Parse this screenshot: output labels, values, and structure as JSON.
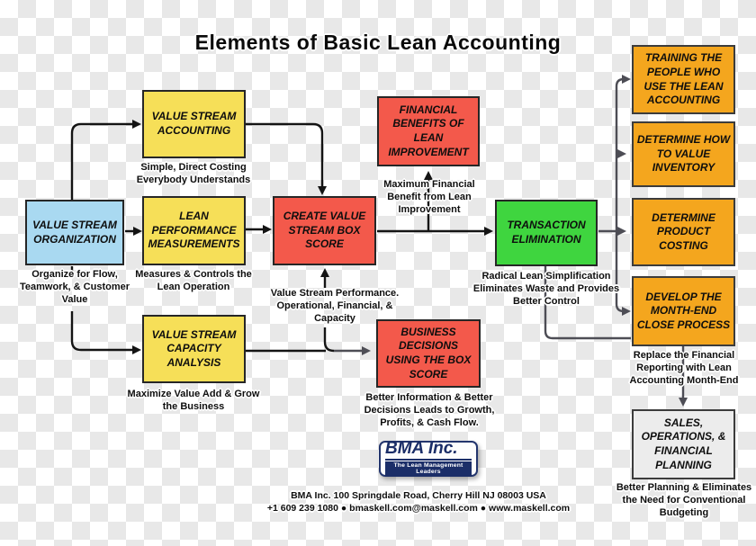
{
  "title": "Elements of Basic Lean Accounting",
  "colors": {
    "blue": "#A9D9F1",
    "yellow": "#F6DF58",
    "red": "#F3594B",
    "green": "#3FD53F",
    "orange": "#F4A61E",
    "gray_box": "#ECECEC",
    "navy": "#1b2e68",
    "black_line": "#141414",
    "gray_line": "#4d4d55"
  },
  "diagram": {
    "boxes": {
      "organization": {
        "label": "VALUE STREAM ORGANIZATION",
        "caption": "Organize for Flow, Teamwork, & Customer Value"
      },
      "accounting": {
        "label": "VALUE STREAM ACCOUNTING",
        "caption": "Simple, Direct Costing Everybody Understands"
      },
      "performance": {
        "label": "LEAN PERFORMANCE MEASUREMENTS",
        "caption": "Measures & Controls the Lean Operation"
      },
      "capacity": {
        "label": "VALUE STREAM CAPACITY ANALYSIS",
        "caption": "Maximize Value Add & Grow the Business"
      },
      "box_score": {
        "label": "CREATE VALUE STREAM BOX SCORE",
        "caption": "Value Stream Performance. Operational, Financial, & Capacity"
      },
      "financial_benefits": {
        "label": "FINANCIAL BENEFITS OF LEAN IMPROVEMENT",
        "caption": "Maximum Financial Benefit from Lean Improvement"
      },
      "business_decisions": {
        "label": "BUSINESS DECISIONS USING THE BOX SCORE",
        "caption": "Better Information & Better Decisions Leads to Growth, Profits, & Cash Flow."
      },
      "transaction_elimination": {
        "label": "TRANSACTION ELIMINATION",
        "caption": "Radical Lean Simplification Eliminates Waste and Provides Better Control"
      },
      "training": {
        "label": "TRAINING THE PEOPLE WHO USE THE LEAN ACCOUNTING"
      },
      "value_inventory": {
        "label": "DETERMINE HOW TO VALUE INVENTORY"
      },
      "product_costing": {
        "label": "DETERMINE PRODUCT COSTING"
      },
      "month_end": {
        "label": "DEVELOP THE MONTH-END CLOSE PROCESS",
        "caption": "Replace the Financial Reporting with Lean Accounting Month-End"
      },
      "sales_planning": {
        "label": "SALES, OPERATIONS, & FINANCIAL PLANNING",
        "caption": "Better Planning & Eliminates the Need for Conventional Budgeting"
      }
    }
  },
  "logo": {
    "name": "BMA Inc.",
    "tagline": "The Lean Management Leaders"
  },
  "footer": {
    "line1": "BMA Inc. 100 Springdale Road, Cherry Hill NJ 08003 USA",
    "line2": "+1 609 239 1080  ●  bmaskell.com@maskell.com  ●  www.maskell.com"
  }
}
